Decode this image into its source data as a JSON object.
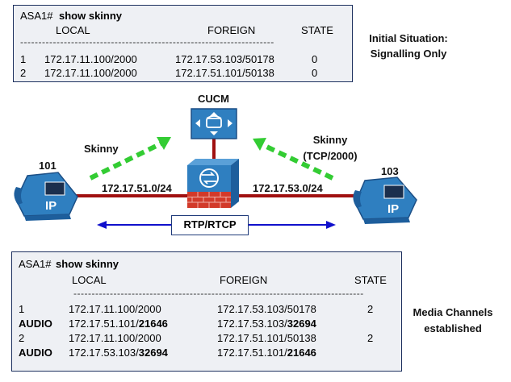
{
  "initial": {
    "prompt": "ASA1#",
    "command": "show skinny",
    "headers": [
      "LOCAL",
      "FOREIGN",
      "STATE"
    ],
    "separator": "----------------------------------------------------------------------",
    "rows": [
      {
        "id": "1",
        "local": "172.17.11.100/2000",
        "foreign": "172.17.53.103/50178",
        "state": "0"
      },
      {
        "id": "2",
        "local": "172.17.11.100/2000",
        "foreign": "172.17.51.101/50138",
        "state": "0"
      }
    ]
  },
  "initial_note": {
    "line1": "Initial Situation:",
    "line2": "Signalling Only"
  },
  "diagram": {
    "cucm_label": "CUCM",
    "skinny_left": "Skinny",
    "skinny_right_line1": "Skinny",
    "skinny_right_line2": "(TCP/2000)",
    "phone_left_label": "101",
    "phone_right_label": "103",
    "subnet_left": "172.17.51.0/24",
    "subnet_right": "172.17.53.0/24",
    "rtp_label": "RTP/RTCP",
    "ip_text": "IP",
    "colors": {
      "link": "#a01010",
      "signal": "#33cc33",
      "rtp": "#1010cc",
      "device": "#2f7fc0"
    }
  },
  "established": {
    "prompt": "ASA1#",
    "command": "show skinny",
    "headers": [
      "LOCAL",
      "FOREIGN",
      "STATE"
    ],
    "separator": "--------------------------------------------------------------------------------",
    "rows": [
      {
        "id": "1",
        "local_a": "172.17.11.100/2000",
        "local_b": "",
        "foreign_a": "172.17.53.103/50178",
        "foreign_b": "",
        "state": "2"
      },
      {
        "id": "AUDIO",
        "local_a": "172.17.51.101/",
        "local_b": "21646",
        "foreign_a": "172.17.53.103/",
        "foreign_b": "32694",
        "state": ""
      },
      {
        "id": "2",
        "local_a": "172.17.11.100/2000",
        "local_b": "",
        "foreign_a": "172.17.51.101/50138",
        "foreign_b": "",
        "state": "2"
      },
      {
        "id": "AUDIO",
        "local_a": "172.17.53.103/",
        "local_b": "32694",
        "foreign_a": "172.17.51.101/",
        "foreign_b": "21646",
        "state": ""
      }
    ]
  },
  "established_note": {
    "line1": "Media Channels",
    "line2": "established"
  }
}
